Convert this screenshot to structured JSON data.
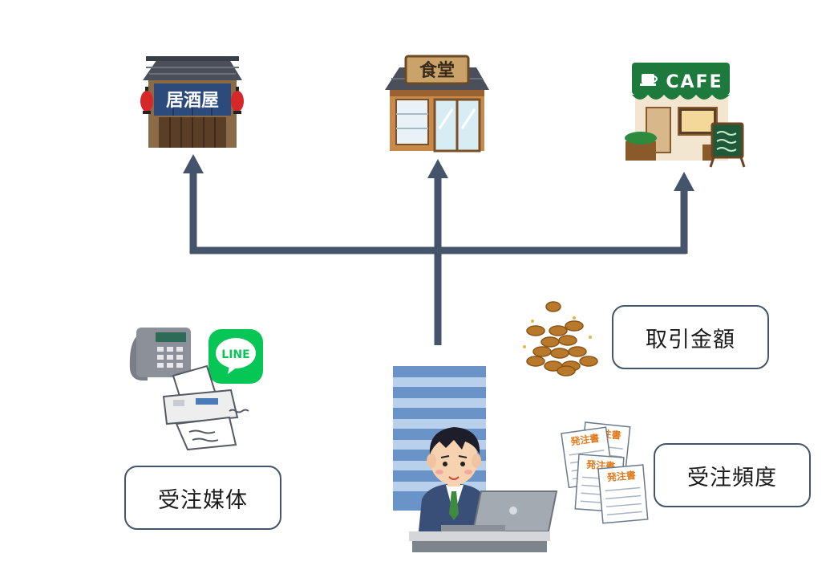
{
  "shops": {
    "izakaya": {
      "sign": "居酒屋"
    },
    "shokudo": {
      "sign": "食堂"
    },
    "cafe": {
      "sign": "CAFE"
    }
  },
  "line_app": {
    "label": "LINE"
  },
  "order_sheet": {
    "title": "発注書"
  },
  "labels": {
    "order_medium": "受注媒体",
    "transaction_amount": "取引金額",
    "order_frequency": "受注頻度"
  },
  "colors": {
    "arrow": "#44546a",
    "line_green": "#06c755",
    "cafe_green": "#1e7a3c",
    "roof_gray": "#4a4f5a",
    "wood": "#8b5a2b",
    "building_blue": "#6a94c8",
    "coin": "#b8792a",
    "order_orange": "#e07b20"
  }
}
